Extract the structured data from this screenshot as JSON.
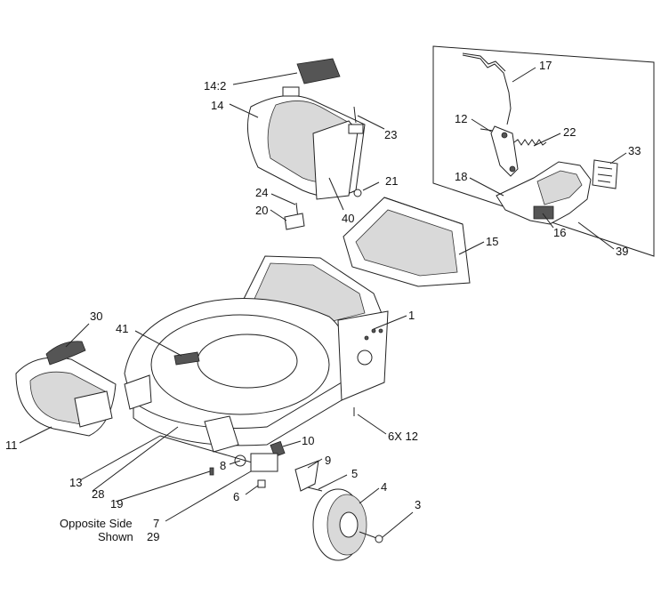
{
  "labels": {
    "l14_2": "14:2",
    "l14": "14",
    "l23": "23",
    "l21": "21",
    "l24": "24",
    "l20": "20",
    "l40": "40",
    "l15": "15",
    "l1": "1",
    "l30": "30",
    "l41": "41",
    "l11": "11",
    "l6x12": "6X 12",
    "l10": "10",
    "l9": "9",
    "l8": "8",
    "l5": "5",
    "l4": "4",
    "l3": "3",
    "l6": "6",
    "l13": "13",
    "l28": "28",
    "l19": "19",
    "l7": "7",
    "l29": "29",
    "l17": "17",
    "l12": "12",
    "l22": "22",
    "l33": "33",
    "l18": "18",
    "l16": "16",
    "l39": "39"
  },
  "notes": {
    "opposite_side": "Opposite Side",
    "shown": "Shown"
  }
}
